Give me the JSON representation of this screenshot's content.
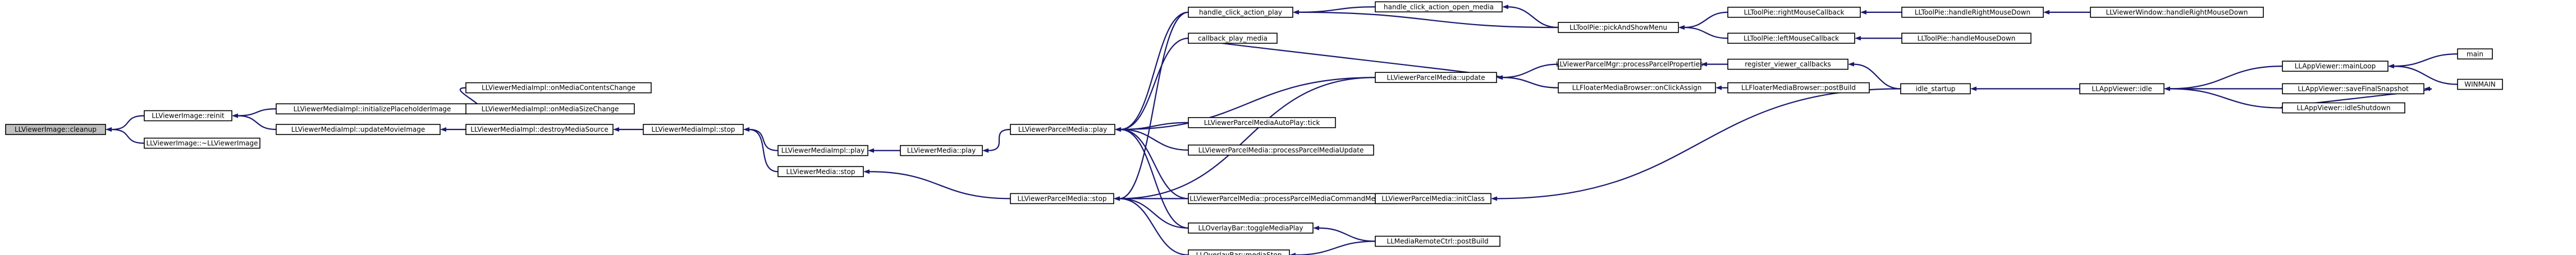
{
  "colors": {
    "edge": "#191970",
    "node_fill": "#ffffff",
    "root_fill": "#bfbfbf",
    "border": "#000000"
  },
  "nodes": [
    {
      "id": "cleanup",
      "label": "LLViewerImage::cleanup",
      "root": true
    },
    {
      "id": "reinit",
      "label": "LLViewerImage::reinit"
    },
    {
      "id": "dtor",
      "label": "LLViewerImage::~LLViewerImage"
    },
    {
      "id": "initPlaceholder",
      "label": "LLViewerMediaImpl::initializePlaceholderImage"
    },
    {
      "id": "updateMovie",
      "label": "LLViewerMediaImpl::updateMovieImage"
    },
    {
      "id": "onContentsChange",
      "label": "LLViewerMediaImpl::onMediaContentsChange"
    },
    {
      "id": "onSizeChange",
      "label": "LLViewerMediaImpl::onMediaSizeChange"
    },
    {
      "id": "destroySource",
      "label": "LLViewerMediaImpl::destroyMediaSource"
    },
    {
      "id": "implStop",
      "label": "LLViewerMediaImpl::stop"
    },
    {
      "id": "implPlay",
      "label": "LLViewerMediaImpl::play"
    },
    {
      "id": "mediaStop",
      "label": "LLViewerMedia::stop"
    },
    {
      "id": "mediaPlay",
      "label": "LLViewerMedia::play"
    },
    {
      "id": "parcelPlay",
      "label": "LLViewerParcelMedia::play"
    },
    {
      "id": "parcelStop",
      "label": "LLViewerParcelMedia::stop"
    },
    {
      "id": "handleClick",
      "label": "handle_click_action_play"
    },
    {
      "id": "callbackPlay",
      "label": "callback_play_media"
    },
    {
      "id": "autoPlayTick",
      "label": "LLViewerParcelMediaAutoPlay::tick"
    },
    {
      "id": "processUpdate",
      "label": "LLViewerParcelMedia::processParcelMediaUpdate"
    },
    {
      "id": "processCmd",
      "label": "LLViewerParcelMedia::processParcelMediaCommandMessage"
    },
    {
      "id": "toggleMediaPlay",
      "label": "LLOverlayBar::toggleMediaPlay"
    },
    {
      "id": "overlayMediaStop",
      "label": "LLOverlayBar::mediaStop"
    },
    {
      "id": "handleClickOpen",
      "label": "handle_click_action_open_media"
    },
    {
      "id": "parcelUpdate",
      "label": "LLViewerParcelMedia::update"
    },
    {
      "id": "parcelInit",
      "label": "LLViewerParcelMedia::initClass"
    },
    {
      "id": "remotePostBuild",
      "label": "LLMediaRemoteCtrl::postBuild"
    },
    {
      "id": "pickAndShow",
      "label": "LLToolPie::pickAndShowMenu"
    },
    {
      "id": "processProps",
      "label": "LLViewerParcelMgr::processParcelProperties"
    },
    {
      "id": "floaterClick",
      "label": "LLFloaterMediaBrowser::onClickAssign"
    },
    {
      "id": "rightMouseCb",
      "label": "LLToolPie::rightMouseCallback"
    },
    {
      "id": "leftMouseCb",
      "label": "LLToolPie::leftMouseCallback"
    },
    {
      "id": "registerCb",
      "label": "register_viewer_callbacks"
    },
    {
      "id": "floaterPostBuild",
      "label": "LLFloaterMediaBrowser::postBuild"
    },
    {
      "id": "handleRightDown",
      "label": "LLToolPie::handleRightMouseDown"
    },
    {
      "id": "handleMouseDown",
      "label": "LLToolPie::handleMouseDown"
    },
    {
      "id": "idleStartup",
      "label": "idle_startup"
    },
    {
      "id": "winRightDown",
      "label": "LLViewerWindow::handleRightMouseDown"
    },
    {
      "id": "appIdle",
      "label": "LLAppViewer::idle"
    },
    {
      "id": "mainLoop",
      "label": "LLAppViewer::mainLoop"
    },
    {
      "id": "saveSnapshot",
      "label": "LLAppViewer::saveFinalSnapshot"
    },
    {
      "id": "idleShutdown",
      "label": "LLAppViewer::idleShutdown"
    },
    {
      "id": "main",
      "label": "main"
    },
    {
      "id": "winmain",
      "label": "WINMAIN"
    }
  ],
  "edges": [
    [
      "reinit",
      "cleanup"
    ],
    [
      "dtor",
      "cleanup"
    ],
    [
      "initPlaceholder",
      "reinit"
    ],
    [
      "updateMovie",
      "reinit"
    ],
    [
      "onContentsChange",
      "initPlaceholder"
    ],
    [
      "onSizeChange",
      "initPlaceholder"
    ],
    [
      "destroySource",
      "updateMovie"
    ],
    [
      "implStop",
      "destroySource"
    ],
    [
      "implPlay",
      "implStop"
    ],
    [
      "mediaStop",
      "implStop"
    ],
    [
      "mediaPlay",
      "implPlay"
    ],
    [
      "parcelStop",
      "mediaStop"
    ],
    [
      "parcelPlay",
      "mediaPlay"
    ],
    [
      "handleClick",
      "parcelPlay"
    ],
    [
      "callbackPlay",
      "parcelPlay"
    ],
    [
      "autoPlayTick",
      "parcelPlay"
    ],
    [
      "processUpdate",
      "parcelPlay"
    ],
    [
      "processCmd",
      "parcelPlay"
    ],
    [
      "toggleMediaPlay",
      "parcelPlay"
    ],
    [
      "parcelUpdate",
      "parcelPlay"
    ],
    [
      "parcelUpdate",
      "parcelStop"
    ],
    [
      "processCmd",
      "parcelStop"
    ],
    [
      "toggleMediaPlay",
      "parcelStop"
    ],
    [
      "overlayMediaStop",
      "parcelStop"
    ],
    [
      "handleClick",
      "parcelStop"
    ],
    [
      "handleClickOpen",
      "handleClick"
    ],
    [
      "pickAndShow",
      "handleClick"
    ],
    [
      "pickAndShow",
      "handleClickOpen"
    ],
    [
      "parcelInit",
      "processCmd"
    ],
    [
      "remotePostBuild",
      "toggleMediaPlay"
    ],
    [
      "remotePostBuild",
      "overlayMediaStop"
    ],
    [
      "callbackPlay",
      "parcelUpdate"
    ],
    [
      "processProps",
      "parcelUpdate"
    ],
    [
      "floaterClick",
      "parcelUpdate"
    ],
    [
      "idleStartup",
      "parcelInit"
    ],
    [
      "rightMouseCb",
      "pickAndShow"
    ],
    [
      "leftMouseCb",
      "pickAndShow"
    ],
    [
      "registerCb",
      "processProps"
    ],
    [
      "floaterPostBuild",
      "floaterClick"
    ],
    [
      "handleRightDown",
      "rightMouseCb"
    ],
    [
      "handleMouseDown",
      "leftMouseCb"
    ],
    [
      "idleStartup",
      "registerCb"
    ],
    [
      "winRightDown",
      "handleRightDown"
    ],
    [
      "appIdle",
      "idleStartup"
    ],
    [
      "mainLoop",
      "appIdle"
    ],
    [
      "saveSnapshot",
      "appIdle"
    ],
    [
      "idleShutdown",
      "appIdle"
    ],
    [
      "idleShutdown",
      "saveSnapshot"
    ],
    [
      "main",
      "mainLoop"
    ],
    [
      "winmain",
      "mainLoop"
    ]
  ]
}
